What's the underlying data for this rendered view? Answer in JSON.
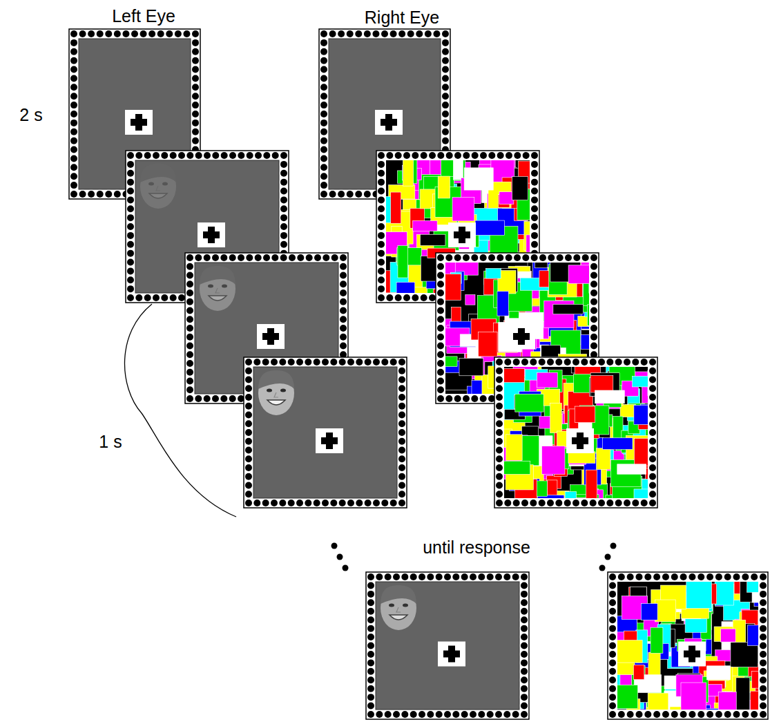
{
  "diagram": {
    "labels": [
      "Left Eye",
      "Right Eye",
      "2 s",
      "1 s",
      "until response"
    ]
  }
}
